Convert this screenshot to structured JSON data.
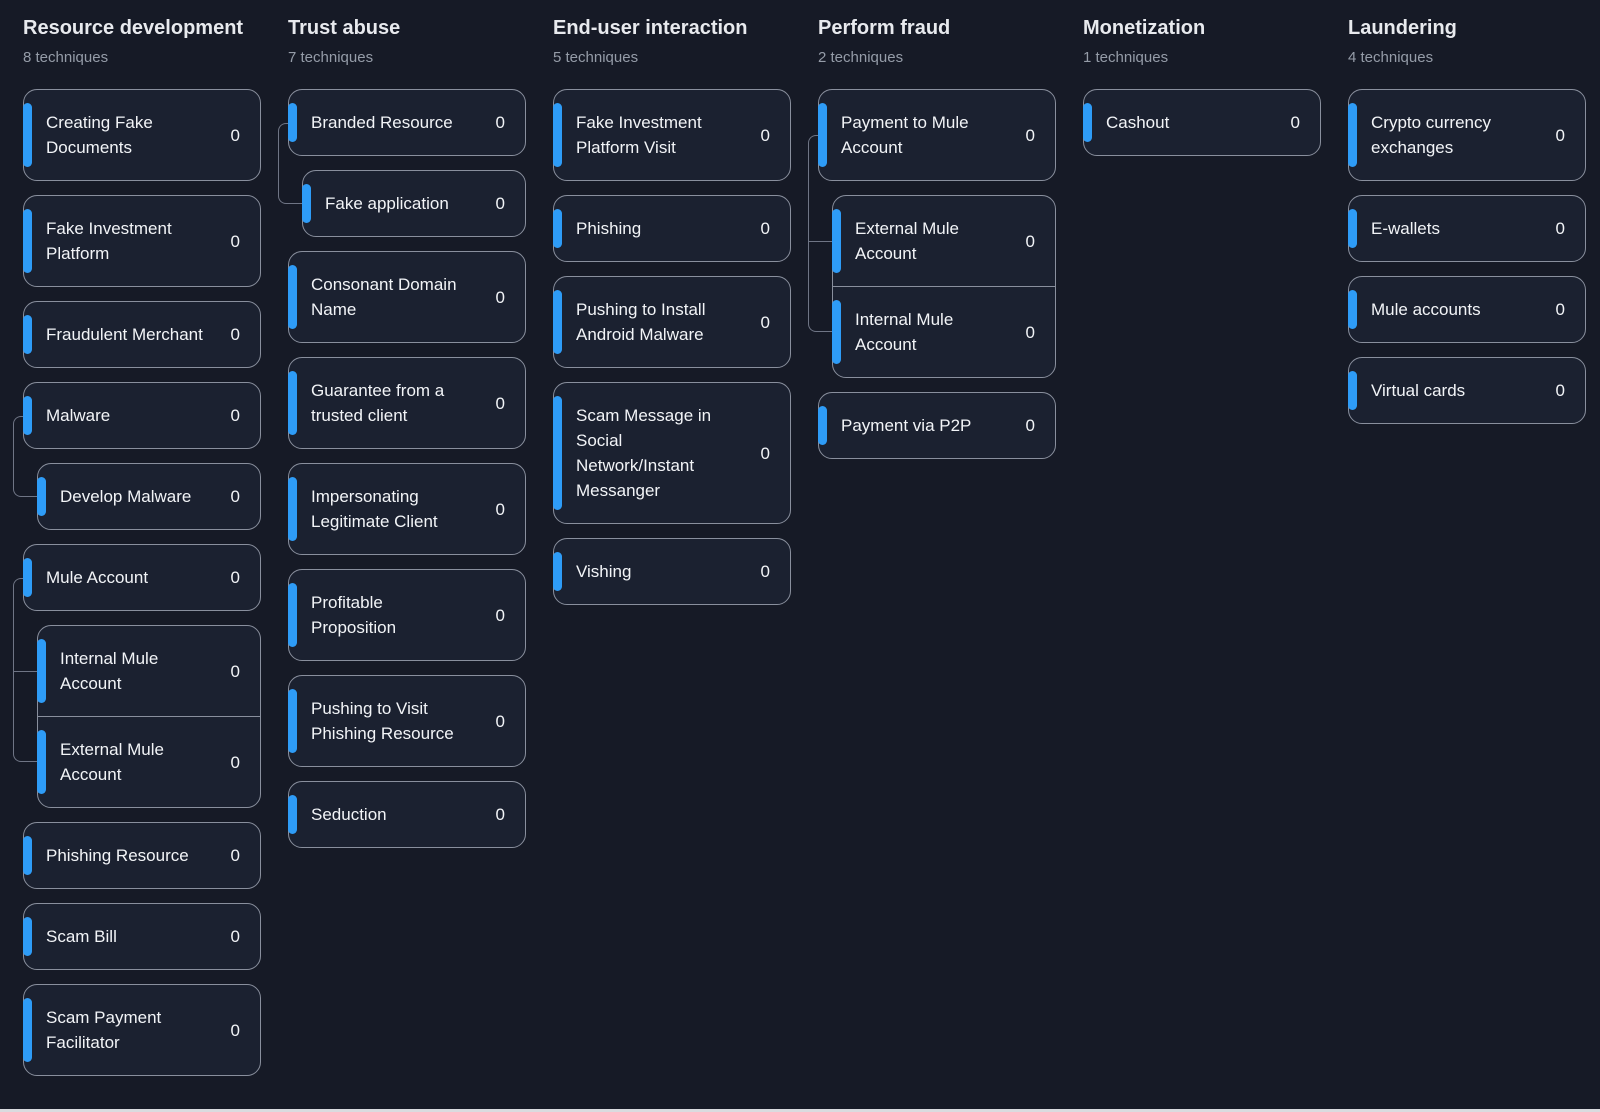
{
  "colors": {
    "background": "#161a26",
    "card_bg": "#1b2130",
    "card_border": "#898f9d",
    "connector": "#6f7585",
    "accent": "#2e9cf7",
    "title": "#e8eaee",
    "subtitle": "#959ca8",
    "label": "#f2f4f7",
    "bottom_bar": "#d9dbdf"
  },
  "columns": [
    {
      "title": "Resource development",
      "subtitle": "8 techniques",
      "items": [
        {
          "label": "Creating Fake Documents",
          "count": "0"
        },
        {
          "label": "Fake Investment Platform",
          "count": "0"
        },
        {
          "label": "Fraudulent Merchant",
          "count": "0"
        },
        {
          "label": "Malware",
          "count": "0",
          "children_layout": "separate",
          "children": [
            {
              "label": "Develop Malware",
              "count": "0"
            }
          ]
        },
        {
          "label": "Mule Account",
          "count": "0",
          "children_layout": "stacked",
          "children": [
            {
              "label": "Internal Mule Account",
              "count": "0"
            },
            {
              "label": "External Mule Account",
              "count": "0"
            }
          ]
        },
        {
          "label": "Phishing Resource",
          "count": "0"
        },
        {
          "label": "Scam Bill",
          "count": "0"
        },
        {
          "label": "Scam Payment Facilitator",
          "count": "0"
        }
      ]
    },
    {
      "title": "Trust abuse",
      "subtitle": "7 techniques",
      "items": [
        {
          "label": "Branded Resource",
          "count": "0",
          "children_layout": "separate",
          "children": [
            {
              "label": "Fake application",
              "count": "0"
            }
          ]
        },
        {
          "label": "Consonant Domain Name",
          "count": "0"
        },
        {
          "label": "Guarantee from a trusted client",
          "count": "0"
        },
        {
          "label": "Impersonating Legitimate Client",
          "count": "0"
        },
        {
          "label": "Profitable Proposition",
          "count": "0"
        },
        {
          "label": "Pushing to Visit Phishing Resource",
          "count": "0"
        },
        {
          "label": "Seduction",
          "count": "0"
        }
      ]
    },
    {
      "title": "End-user interaction",
      "subtitle": "5 techniques",
      "items": [
        {
          "label": "Fake Investment Platform Visit",
          "count": "0"
        },
        {
          "label": "Phishing",
          "count": "0"
        },
        {
          "label": "Pushing to Install Android Malware",
          "count": "0"
        },
        {
          "label": "Scam Message in Social Network/Instant Messanger",
          "count": "0"
        },
        {
          "label": "Vishing",
          "count": "0"
        }
      ]
    },
    {
      "title": "Perform fraud",
      "subtitle": "2 techniques",
      "items": [
        {
          "label": "Payment to Mule Account",
          "count": "0",
          "children_layout": "stacked",
          "children": [
            {
              "label": "External Mule Account",
              "count": "0"
            },
            {
              "label": "Internal Mule Account",
              "count": "0"
            }
          ]
        },
        {
          "label": "Payment via P2P",
          "count": "0"
        }
      ]
    },
    {
      "title": "Monetization",
      "subtitle": "1 techniques",
      "items": [
        {
          "label": "Cashout",
          "count": "0"
        }
      ]
    },
    {
      "title": "Laundering",
      "subtitle": "4 techniques",
      "items": [
        {
          "label": "Crypto currency exchanges",
          "count": "0"
        },
        {
          "label": "E-wallets",
          "count": "0"
        },
        {
          "label": "Mule accounts",
          "count": "0"
        },
        {
          "label": "Virtual cards",
          "count": "0"
        }
      ]
    }
  ]
}
